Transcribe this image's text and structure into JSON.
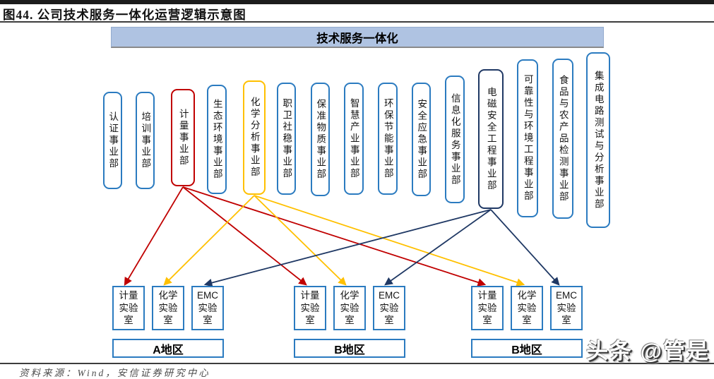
{
  "page": {
    "figure_title": "图44. 公司技术服务一体化运营逻辑示意图",
    "source_note": "资料来源：Wind，安信证券研究中心",
    "watermark": "头条 @管是"
  },
  "banner": {
    "label": "技术服务一体化"
  },
  "departments": [
    {
      "label": "认证事业部",
      "color": "blue"
    },
    {
      "label": "培训事业部",
      "color": "blue"
    },
    {
      "label": "计量事业部",
      "color": "red"
    },
    {
      "label": "生态环境事业部",
      "color": "blue"
    },
    {
      "label": "化学分析事业部",
      "color": "yellow"
    },
    {
      "label": "职卫社稳事业部",
      "color": "blue"
    },
    {
      "label": "保准物质事业部",
      "color": "blue"
    },
    {
      "label": "智慧产业事业部",
      "color": "blue"
    },
    {
      "label": "环保节能事业部",
      "color": "blue"
    },
    {
      "label": "安全应急事业部",
      "color": "blue"
    },
    {
      "label": "信息化服务事业部",
      "color": "blue"
    },
    {
      "label": "电磁安全工程事业部",
      "color": "navy"
    },
    {
      "label": "可靠性与环境工程事业部",
      "color": "blue"
    },
    {
      "label": "食品与农产品检测事业部",
      "color": "blue"
    },
    {
      "label": "集成电路测试与分析事业部",
      "color": "blue"
    }
  ],
  "regions": [
    {
      "name": "A地区",
      "labs": [
        {
          "label": "计量实验室",
          "color": "red"
        },
        {
          "label": "化学实验室",
          "color": "yellow"
        },
        {
          "label": "EMC实验室",
          "color": "navy"
        }
      ]
    },
    {
      "name": "B地区",
      "labs": [
        {
          "label": "计量实验室",
          "color": "red"
        },
        {
          "label": "化学实验室",
          "color": "yellow"
        },
        {
          "label": "EMC实验室",
          "color": "navy"
        }
      ]
    },
    {
      "name": "B地区",
      "labs": [
        {
          "label": "计量实验室",
          "color": "red"
        },
        {
          "label": "化学实验室",
          "color": "yellow"
        },
        {
          "label": "EMC实验室",
          "color": "navy"
        }
      ]
    }
  ],
  "connections": [
    {
      "from": "计量事业部",
      "to": "A地区 计量实验室",
      "color": "red"
    },
    {
      "from": "计量事业部",
      "to": "B地区(1) 计量实验室",
      "color": "red"
    },
    {
      "from": "计量事业部",
      "to": "B地区(2) 计量实验室",
      "color": "red"
    },
    {
      "from": "化学分析事业部",
      "to": "A地区 化学实验室",
      "color": "yellow"
    },
    {
      "from": "化学分析事业部",
      "to": "B地区(1) 化学实验室",
      "color": "yellow"
    },
    {
      "from": "化学分析事业部",
      "to": "B地区(2) 化学实验室",
      "color": "yellow"
    },
    {
      "from": "电磁安全工程事业部",
      "to": "A地区 EMC实验室",
      "color": "navy"
    },
    {
      "from": "电磁安全工程事业部",
      "to": "B地区(1) EMC实验室",
      "color": "navy"
    },
    {
      "from": "电磁安全工程事业部",
      "to": "B地区(2) EMC实验室",
      "color": "navy"
    }
  ],
  "colors": {
    "blue": "#2B7BC0",
    "red": "#C00000",
    "yellow": "#FFC000",
    "navy": "#1F3864",
    "banner_fill": "#AFC3E2",
    "top_bar": "#1C1C1C"
  }
}
